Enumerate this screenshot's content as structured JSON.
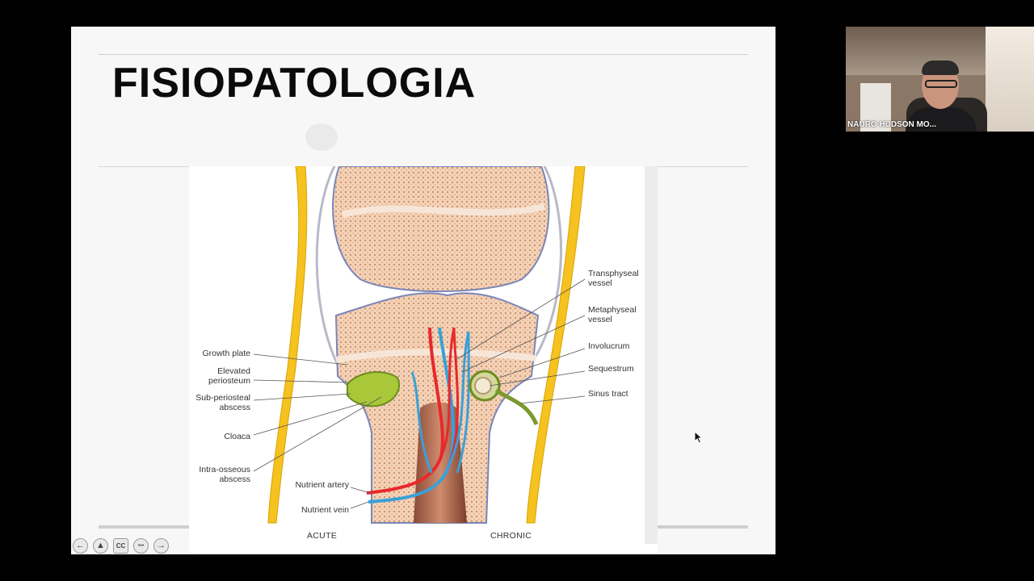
{
  "slide": {
    "title": "FISIOPATOLOGIA",
    "figure": {
      "labels_left": [
        "Growth plate",
        "Elevated\nperiosteum",
        "Sub-periosteal\nabscess",
        "Cloaca",
        "Intra-osseous\nabscess"
      ],
      "labels_bottom": [
        "Nutrient artery",
        "Nutrient vein"
      ],
      "labels_right": [
        "Transphyseal\nvessel",
        "Metaphyseal\nvessel",
        "Involucrum",
        "Sequestrum",
        "Sinus tract"
      ],
      "caption_left": "ACUTE",
      "caption_right": "CHRONIC"
    }
  },
  "toolbar": {
    "buttons": [
      {
        "name": "previous-slide-button",
        "icon": "arrow-left-icon",
        "glyph": "←"
      },
      {
        "name": "pointer-tool-button",
        "icon": "pointer-icon",
        "glyph": "▲"
      },
      {
        "name": "captions-button",
        "icon": "cc-icon",
        "glyph": "CC"
      },
      {
        "name": "more-options-button",
        "icon": "ellipsis-icon",
        "glyph": "•••"
      },
      {
        "name": "next-slide-button",
        "icon": "arrow-right-icon",
        "glyph": "→"
      }
    ]
  },
  "participant": {
    "name": "NAURO HUDSON MO..."
  },
  "colors": {
    "background": "#000000",
    "slide": "#f7f7f7",
    "bone": "#f2cfb0",
    "artery": "#e8282c",
    "vein": "#3aa0d8",
    "abscess": "#a8c83a",
    "periosteum": "#f2c020"
  }
}
